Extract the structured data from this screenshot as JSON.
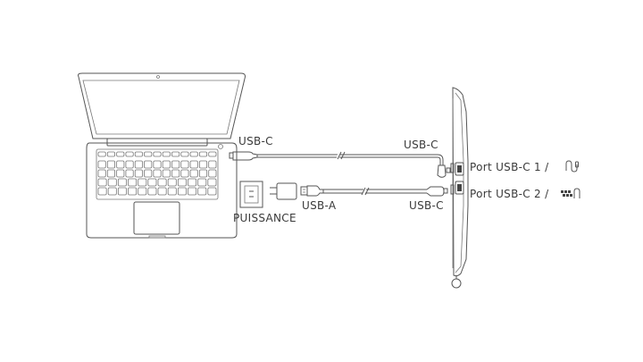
{
  "labels": {
    "laptop_cable_end": "USB-C",
    "tablet_cable_end_top": "USB-C",
    "power_usb_a": "USB-A",
    "power_usb_c": "USB-C",
    "power": "PUISSANCE",
    "port1": "Port USB-C 1 /",
    "port2": "Port USB-C 2 /"
  },
  "icons": {
    "port1": "pen-icon",
    "port2": "keys-pen-icon"
  },
  "colors": {
    "line": "#555555",
    "text": "#3a3a3a"
  }
}
